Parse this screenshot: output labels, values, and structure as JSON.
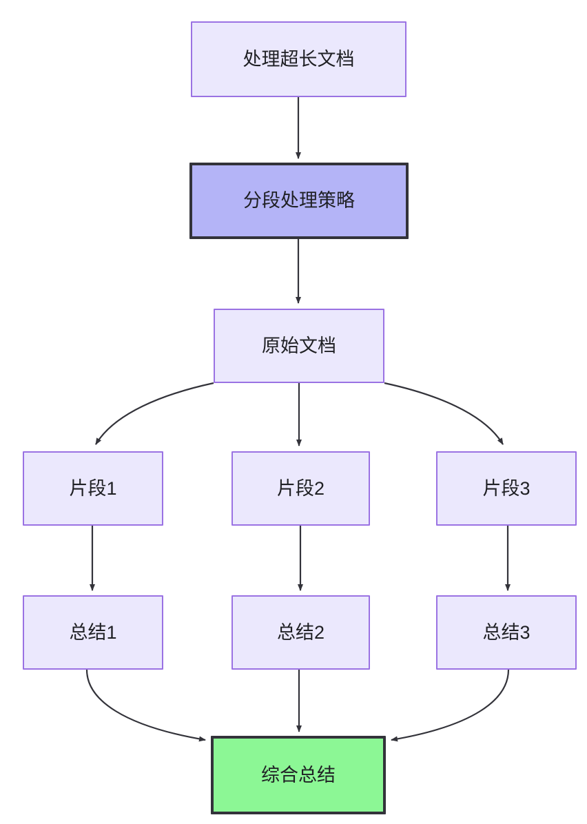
{
  "diagram": {
    "type": "flowchart",
    "direction": "top-down",
    "background": "#ffffff",
    "palette": {
      "default_fill": "#ebe8fd",
      "default_stroke": "#9a72e3",
      "highlight_fill": "#b4b4f7",
      "highlight_stroke": "#33333a",
      "success_fill": "#8cf795",
      "success_stroke": "#33333a",
      "edge_stroke": "#33333a",
      "text": "#1f2024"
    },
    "nodes": [
      {
        "id": "doc",
        "label": "处理超长文档",
        "style": "default"
      },
      {
        "id": "strategy",
        "label": "分段处理策略",
        "style": "highlight"
      },
      {
        "id": "source",
        "label": "原始文档",
        "style": "default"
      },
      {
        "id": "chunk1",
        "label": "片段1",
        "style": "default"
      },
      {
        "id": "chunk2",
        "label": "片段2",
        "style": "default"
      },
      {
        "id": "chunk3",
        "label": "片段3",
        "style": "default"
      },
      {
        "id": "summary1",
        "label": "总结1",
        "style": "default"
      },
      {
        "id": "summary2",
        "label": "总结2",
        "style": "default"
      },
      {
        "id": "summary3",
        "label": "总结3",
        "style": "default"
      },
      {
        "id": "final",
        "label": "综合总结",
        "style": "success"
      }
    ],
    "edges": [
      {
        "from": "doc",
        "to": "strategy",
        "shape": "straight"
      },
      {
        "from": "strategy",
        "to": "source",
        "shape": "straight"
      },
      {
        "from": "source",
        "to": "chunk1",
        "shape": "curve"
      },
      {
        "from": "source",
        "to": "chunk2",
        "shape": "straight"
      },
      {
        "from": "source",
        "to": "chunk3",
        "shape": "curve"
      },
      {
        "from": "chunk1",
        "to": "summary1",
        "shape": "straight"
      },
      {
        "from": "chunk2",
        "to": "summary2",
        "shape": "straight"
      },
      {
        "from": "chunk3",
        "to": "summary3",
        "shape": "straight"
      },
      {
        "from": "summary1",
        "to": "final",
        "shape": "curve"
      },
      {
        "from": "summary2",
        "to": "final",
        "shape": "straight"
      },
      {
        "from": "summary3",
        "to": "final",
        "shape": "curve"
      }
    ]
  }
}
